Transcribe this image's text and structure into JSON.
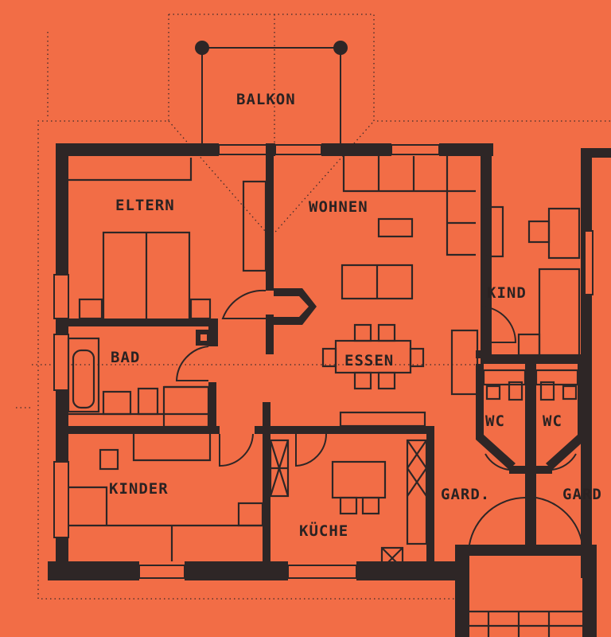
{
  "colors": {
    "background": "#f26d46",
    "ink": "#2e2626"
  },
  "rooms": {
    "balkon": "BALKON",
    "eltern": "ELTERN",
    "wohnen": "WOHNEN",
    "kind": "KIND",
    "bad": "BAD",
    "essen": "ESSEN",
    "wc_left": "WC",
    "wc_right": "WC",
    "kinder": "KINDER",
    "garderobe_left": "GARD.",
    "garderobe_right": "GARD",
    "kueche": "KÜCHE"
  }
}
